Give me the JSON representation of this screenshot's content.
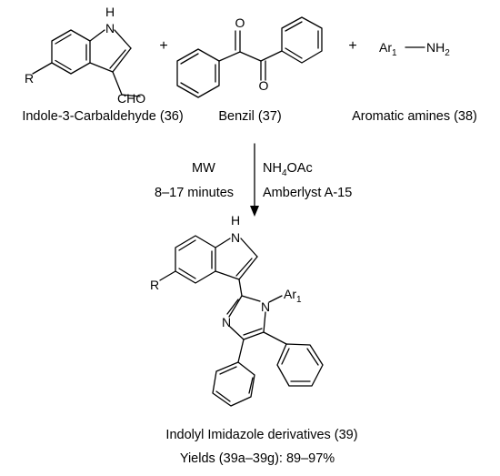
{
  "reactants": {
    "indole": {
      "label": "Indole-3-Carbaldehyde (36)",
      "r_group": "R",
      "nh": "H",
      "n": "N",
      "substituent": "CHO"
    },
    "benzil": {
      "label": "Benzil (37)",
      "oxygen_1": "O",
      "oxygen_2": "O"
    },
    "amine": {
      "label": "Aromatic amines (38)",
      "aryl": "Ar",
      "aryl_subscript": "1",
      "amine_group": "NH",
      "amine_subscript": "2"
    }
  },
  "plus_signs": [
    "+",
    "+"
  ],
  "conditions": {
    "left_1": "MW",
    "left_2": "8–17 minutes",
    "right_1_main": "NH",
    "right_1_sub": "4",
    "right_1_tail": "OAc",
    "right_2": "Amberlyst A-15"
  },
  "product": {
    "label": "Indolyl Imidazole derivatives (39)",
    "yields": "Yields (39a–39g): 89–97%",
    "r_group": "R",
    "nh": "H",
    "n_indole": "N",
    "n_imine": "N",
    "n_aryl": "N",
    "aryl": "Ar",
    "aryl_subscript": "1"
  }
}
